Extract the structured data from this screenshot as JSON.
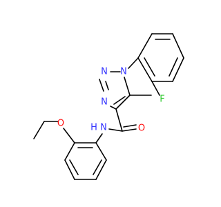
{
  "molecule": {
    "atoms": {
      "n1": {
        "symbol": "N",
        "color": "#3333ff"
      },
      "n2": {
        "symbol": "N",
        "color": "#3333ff"
      },
      "n3": {
        "symbol": "N",
        "color": "#3333ff"
      },
      "fluorine": {
        "symbol": "F",
        "color": "#33cc33"
      },
      "carbonyl_o": {
        "symbol": "O",
        "color": "#ff0d0d"
      },
      "amide_nh": {
        "symbol": "N",
        "color": "#3333ff"
      },
      "amide_h": {
        "symbol": "H",
        "color": "#3333ff"
      },
      "ether_o": {
        "symbol": "O",
        "color": "#ff0d0d"
      }
    },
    "bond_color": "#000000"
  }
}
